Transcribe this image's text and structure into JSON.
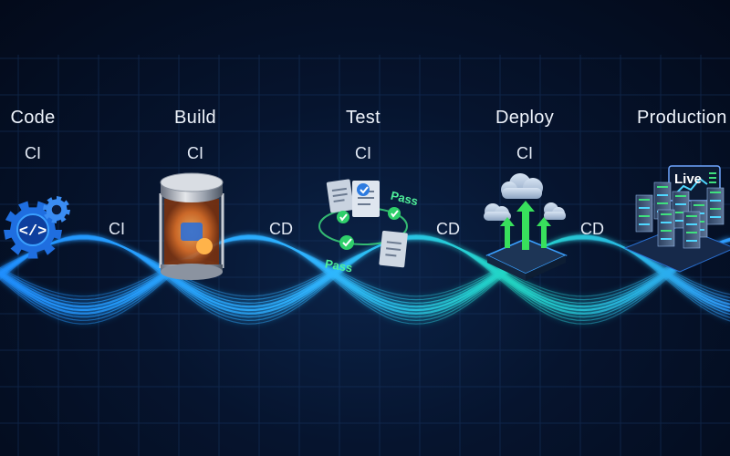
{
  "stages": [
    {
      "name": "Code",
      "ci": "CI",
      "icon": "code-gear-icon"
    },
    {
      "name": "Build",
      "ci": "CI",
      "icon": "build-container-icon"
    },
    {
      "name": "Test",
      "ci": "CI",
      "icon": "test-documents-icon"
    },
    {
      "name": "Deploy",
      "ci": "CI",
      "icon": "cloud-deploy-icon"
    },
    {
      "name": "Production",
      "icon": "server-rack-icon"
    }
  ],
  "connectors": [
    "CI",
    "CD",
    "CD",
    "CD"
  ],
  "test_badges": [
    "Pass",
    "Pass"
  ],
  "production_badge": "Live",
  "colors": {
    "background": "#06142e",
    "grid": "#1a3a6a",
    "stream_blue": "#2fa8ff",
    "stream_teal": "#2ee6c8",
    "pass_green": "#4ff09a",
    "build_orange": "#ff9a3c"
  }
}
